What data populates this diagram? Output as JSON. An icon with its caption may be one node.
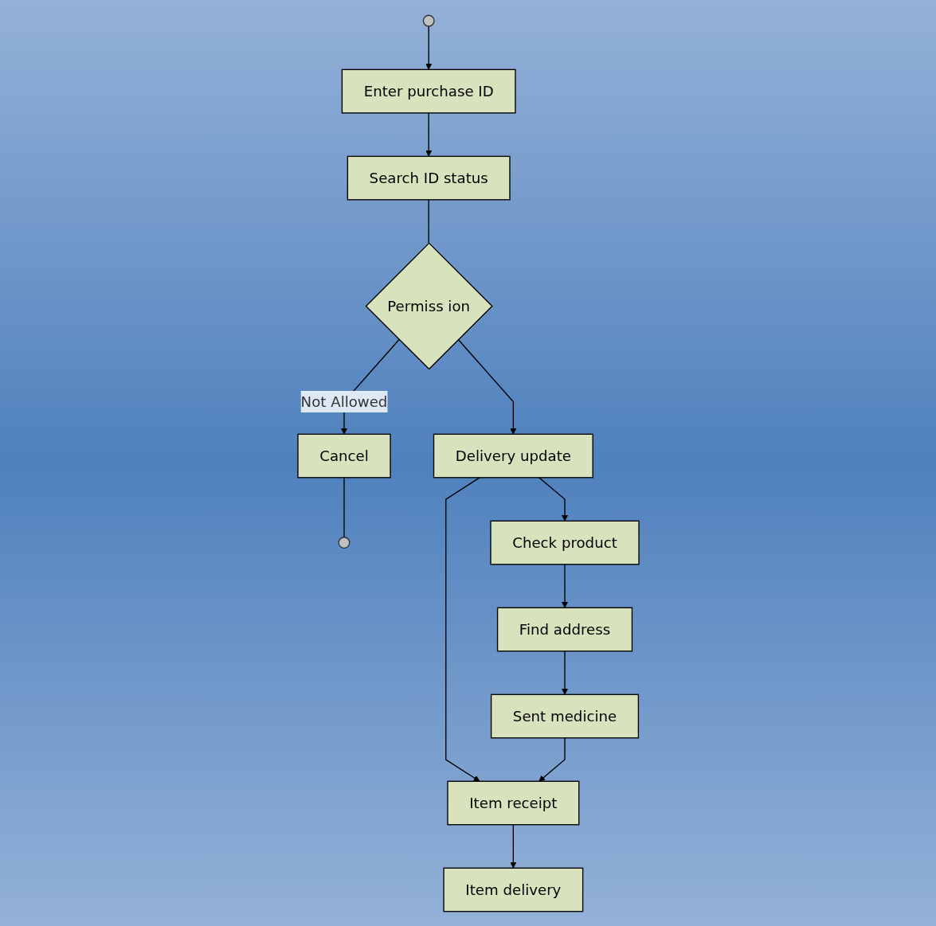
{
  "diagram": {
    "nodes": [
      {
        "text": [],
        "shape": "circle"
      },
      {
        "text": [
          "Enter purchase ID"
        ]
      },
      {
        "text": [
          "Search ID status"
        ]
      },
      {
        "text": [
          "Permiss ion"
        ]
      },
      {
        "text": [
          "Cancel"
        ]
      },
      {
        "text": [],
        "shape": "circle"
      },
      {
        "text": [
          "Delivery update"
        ]
      },
      {
        "text": [
          "Item receipt"
        ]
      },
      {
        "text": [
          "Item delivery"
        ]
      },
      {
        "text": [
          "Check product"
        ]
      },
      {
        "text": [
          "Find address"
        ]
      },
      {
        "text": [
          "Sent medicine"
        ]
      }
    ],
    "edges": [
      {
        "from": 0,
        "to": 1,
        "arrow": "to"
      },
      {
        "from": 1,
        "to": 2,
        "arrow": "to"
      },
      {
        "from": 2,
        "to": 3,
        "arrow": "none"
      },
      {
        "from": 3,
        "to": 4,
        "arrow": "to",
        "label": "Not Allowed"
      },
      {
        "from": 4,
        "to": 5,
        "arrow": "none"
      },
      {
        "from": 3,
        "to": 6,
        "arrow": "to"
      },
      {
        "from": 6,
        "to": 7,
        "arrow": "to"
      },
      {
        "from": 7,
        "to": 8,
        "arrow": "to"
      },
      {
        "from": 6,
        "to": 9,
        "arrow": "to"
      },
      {
        "from": 9,
        "to": 10,
        "arrow": "to"
      },
      {
        "from": 10,
        "to": 11,
        "arrow": "to"
      },
      {
        "from": 11,
        "to": 7,
        "arrow": "to"
      }
    ]
  }
}
